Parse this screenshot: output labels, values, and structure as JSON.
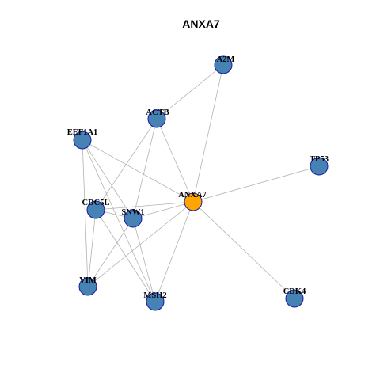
{
  "title": "ANXA7",
  "colors": {
    "center_node": "#FFA500",
    "neighbor_node": "#4682B4",
    "node_border": "#1A1AA6",
    "edge": "#B3B3B3"
  },
  "nodes": [
    {
      "id": "A2M",
      "label": "A2M",
      "role": "neighbor"
    },
    {
      "id": "ACTB",
      "label": "ACTB",
      "role": "neighbor"
    },
    {
      "id": "EEF1A1",
      "label": "EEF1A1",
      "role": "neighbor"
    },
    {
      "id": "TP53",
      "label": "TP53",
      "role": "neighbor"
    },
    {
      "id": "ANXA7",
      "label": "ANXA7",
      "role": "center"
    },
    {
      "id": "CDC5L",
      "label": "CDC5L",
      "role": "neighbor"
    },
    {
      "id": "SNW1",
      "label": "SNW1",
      "role": "neighbor"
    },
    {
      "id": "VIM",
      "label": "VIM",
      "role": "neighbor"
    },
    {
      "id": "MSH2",
      "label": "MSH2",
      "role": "neighbor"
    },
    {
      "id": "CDK4",
      "label": "CDK4",
      "role": "neighbor"
    }
  ],
  "edges": [
    [
      "A2M",
      "ACTB"
    ],
    [
      "A2M",
      "ANXA7"
    ],
    [
      "ACTB",
      "ANXA7"
    ],
    [
      "ACTB",
      "CDC5L"
    ],
    [
      "ACTB",
      "SNW1"
    ],
    [
      "EEF1A1",
      "ANXA7"
    ],
    [
      "EEF1A1",
      "SNW1"
    ],
    [
      "EEF1A1",
      "VIM"
    ],
    [
      "EEF1A1",
      "MSH2"
    ],
    [
      "TP53",
      "ANXA7"
    ],
    [
      "ANXA7",
      "CDC5L"
    ],
    [
      "ANXA7",
      "SNW1"
    ],
    [
      "ANXA7",
      "VIM"
    ],
    [
      "ANXA7",
      "MSH2"
    ],
    [
      "ANXA7",
      "CDK4"
    ],
    [
      "CDC5L",
      "SNW1"
    ],
    [
      "CDC5L",
      "VIM"
    ],
    [
      "CDC5L",
      "MSH2"
    ],
    [
      "SNW1",
      "VIM"
    ],
    [
      "SNW1",
      "MSH2"
    ]
  ]
}
